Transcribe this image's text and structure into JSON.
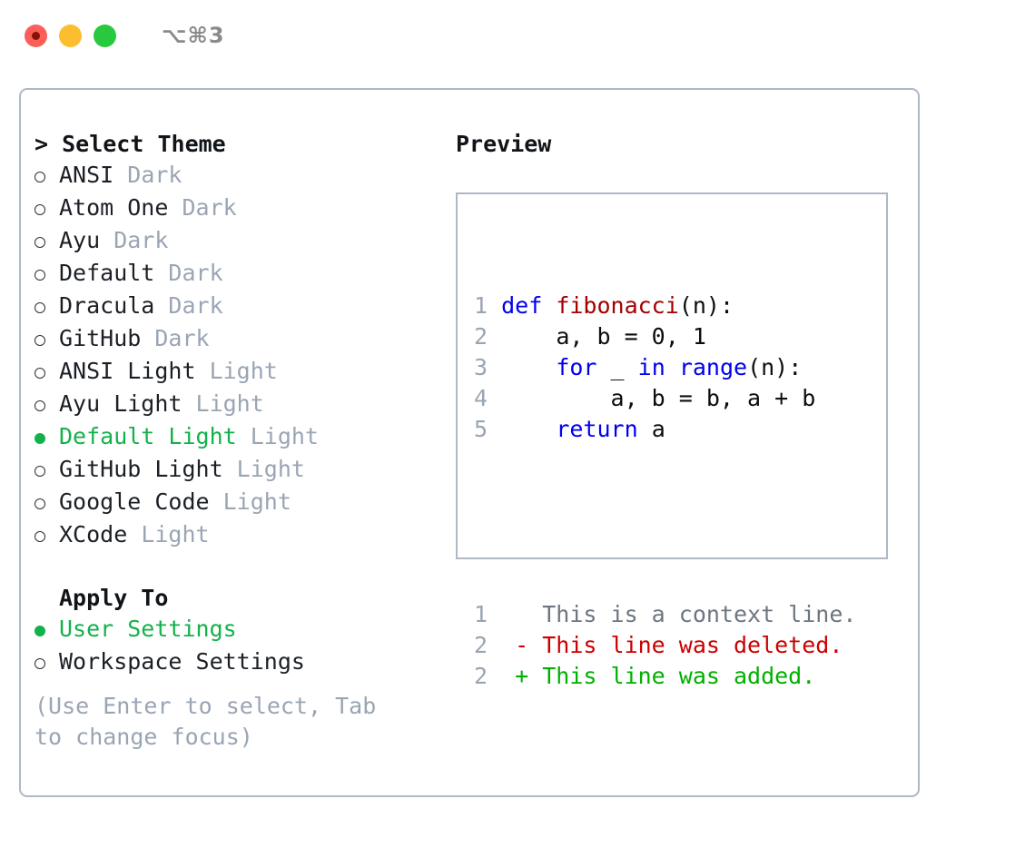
{
  "window": {
    "title_shortcut": "⌥⌘3",
    "traffic_lights": [
      "close-red",
      "minimize-yellow",
      "maximize-green"
    ]
  },
  "theme_list": {
    "header": "> Select Theme",
    "items": [
      {
        "marker": "○",
        "name": "ANSI",
        "tag": "Dark",
        "selected": false
      },
      {
        "marker": "○",
        "name": "Atom One",
        "tag": "Dark",
        "selected": false
      },
      {
        "marker": "○",
        "name": "Ayu",
        "tag": "Dark",
        "selected": false
      },
      {
        "marker": "○",
        "name": "Default",
        "tag": "Dark",
        "selected": false
      },
      {
        "marker": "○",
        "name": "Dracula",
        "tag": "Dark",
        "selected": false
      },
      {
        "marker": "○",
        "name": "GitHub",
        "tag": "Dark",
        "selected": false
      },
      {
        "marker": "○",
        "name": "ANSI Light",
        "tag": "Light",
        "selected": false
      },
      {
        "marker": "○",
        "name": "Ayu Light",
        "tag": "Light",
        "selected": false
      },
      {
        "marker": "●",
        "name": "Default Light",
        "tag": "Light",
        "selected": true
      },
      {
        "marker": "○",
        "name": "GitHub Light",
        "tag": "Light",
        "selected": false
      },
      {
        "marker": "○",
        "name": "Google Code",
        "tag": "Light",
        "selected": false
      },
      {
        "marker": "○",
        "name": "XCode",
        "tag": "Light",
        "selected": false
      }
    ]
  },
  "apply_to": {
    "header": "Apply To",
    "items": [
      {
        "marker": "●",
        "name": "User Settings",
        "selected": true
      },
      {
        "marker": "○",
        "name": "Workspace Settings",
        "selected": false
      }
    ]
  },
  "hint": "(Use Enter to select, Tab to change focus)",
  "preview": {
    "title": "Preview",
    "code_lines": [
      {
        "num": "1",
        "tokens": [
          {
            "t": "def ",
            "c": "kw"
          },
          {
            "t": "fibonacci",
            "c": "fn"
          },
          {
            "t": "(n):",
            "c": "plain"
          }
        ]
      },
      {
        "num": "2",
        "tokens": [
          {
            "t": "    a, b = 0, 1",
            "c": "plain"
          }
        ]
      },
      {
        "num": "3",
        "tokens": [
          {
            "t": "    ",
            "c": "plain"
          },
          {
            "t": "for",
            "c": "kw"
          },
          {
            "t": " _ ",
            "c": "plain"
          },
          {
            "t": "in",
            "c": "kw"
          },
          {
            "t": " ",
            "c": "plain"
          },
          {
            "t": "range",
            "c": "kw"
          },
          {
            "t": "(n):",
            "c": "plain"
          }
        ]
      },
      {
        "num": "4",
        "tokens": [
          {
            "t": "        a, b = b, a + b",
            "c": "plain"
          }
        ]
      },
      {
        "num": "5",
        "tokens": [
          {
            "t": "    ",
            "c": "plain"
          },
          {
            "t": "return",
            "c": "kw"
          },
          {
            "t": " a",
            "c": "plain"
          }
        ]
      }
    ],
    "diff_lines": [
      {
        "num": "1",
        "sign": "  ",
        "text": "This is a context line.",
        "c": "ctx"
      },
      {
        "num": "2",
        "sign": "- ",
        "text": "This line was deleted.",
        "c": "del"
      },
      {
        "num": "2",
        "sign": "+ ",
        "text": "This line was added.",
        "c": "add"
      }
    ]
  },
  "colors": {
    "accent_green": "#12b24a",
    "border": "#aeb8c6",
    "muted": "#9aa5b4",
    "keyword": "#0000ee",
    "function": "#a40000",
    "deleted": "#cc0000",
    "added": "#00b000"
  }
}
